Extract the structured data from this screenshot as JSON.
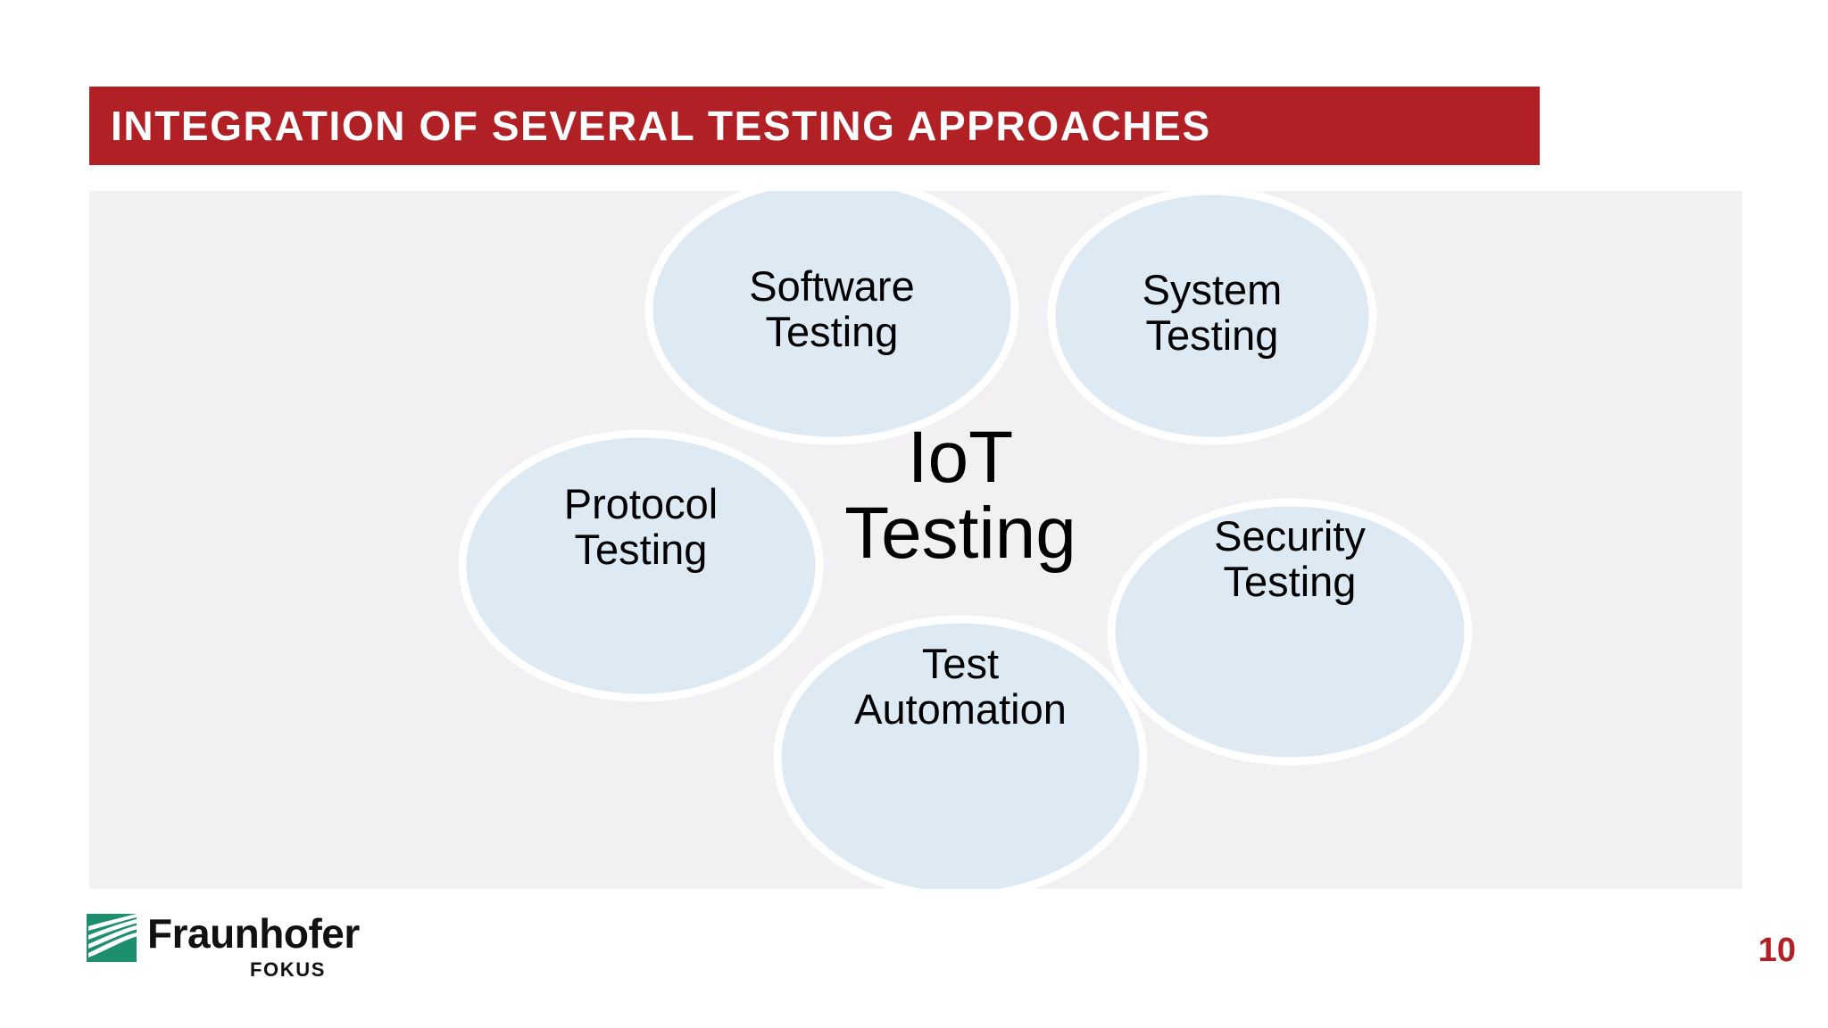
{
  "slide": {
    "title": "INTEGRATION OF SEVERAL TESTING APPROACHES",
    "page_number": "10",
    "colors": {
      "title_bar": "#b02025",
      "title_text": "#ffffff",
      "content_panel": "#f2f0f2",
      "ellipse_fill": "#dbe9f4",
      "ellipse_stroke": "#ffffff",
      "node_text": "#000000",
      "page_number": "#b02025",
      "logo_green": "#1d8f6e"
    }
  },
  "diagram": {
    "type": "venn-overlap",
    "center": {
      "line1": "IoT",
      "line2": "Testing"
    },
    "nodes": [
      {
        "id": "software-testing",
        "line1": "Software",
        "line2": "Testing"
      },
      {
        "id": "system-testing",
        "line1": "System",
        "line2": "Testing"
      },
      {
        "id": "protocol-testing",
        "line1": "Protocol",
        "line2": "Testing"
      },
      {
        "id": "security-testing",
        "line1": "Security",
        "line2": "Testing"
      },
      {
        "id": "test-automation",
        "line1": "Test",
        "line2": "Automation"
      }
    ]
  },
  "footer": {
    "logo_wordmark": "Fraunhofer",
    "logo_subbrand": "FOKUS"
  }
}
